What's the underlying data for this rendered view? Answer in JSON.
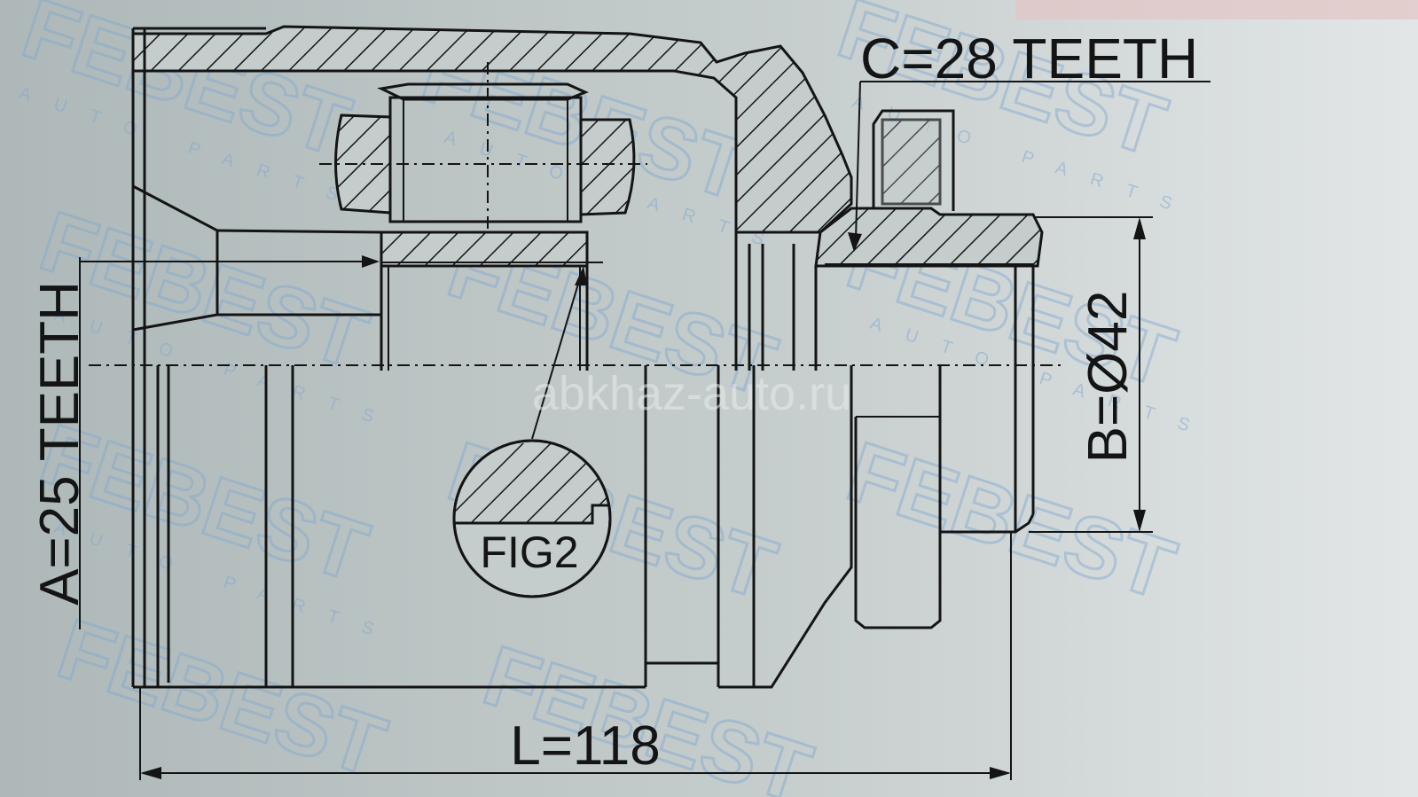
{
  "diagram": {
    "dimensions": {
      "a": "A=25 TEETH",
      "b": "B=Ø42",
      "c": "C=28 TEETH",
      "l": "L=118"
    },
    "detail_label": "FIG2",
    "watermark": {
      "brand": "FEBEST",
      "sub": "AUTO PARTS",
      "site": "abkhaz-auto.ru"
    },
    "colors": {
      "background": "#b9c2c2",
      "line": "#141414",
      "watermark": "#7ea8d0"
    }
  }
}
